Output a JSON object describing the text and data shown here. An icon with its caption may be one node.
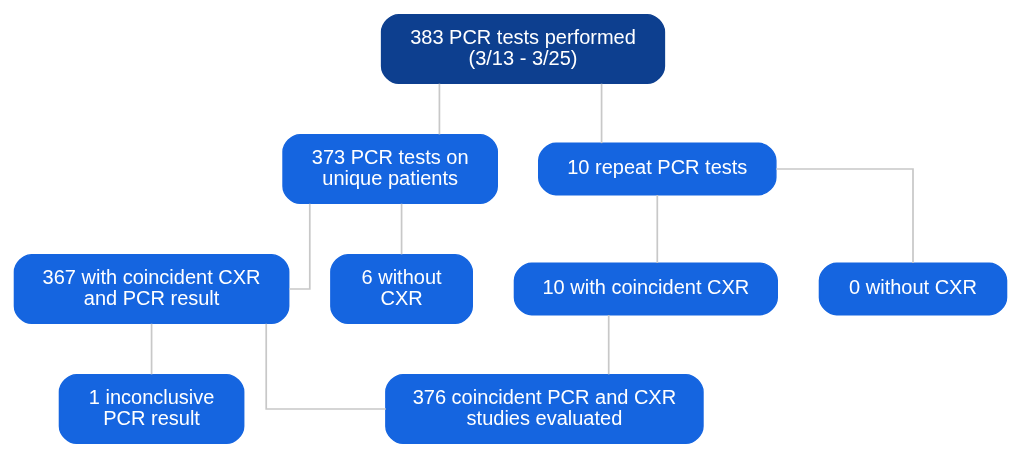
{
  "diagram": {
    "nodes": [
      {
        "text": [
          "383 PCR tests performed (3/13 - 3/25)"
        ]
      },
      {
        "text": [
          "373 PCR tests on unique patients"
        ]
      },
      {
        "text": [
          "10 repeat PCR tests"
        ]
      },
      {
        "text": [
          "367 with coincident CXR and PCR result"
        ]
      },
      {
        "text": [
          "6 without CXR"
        ]
      },
      {
        "text": [
          "10 with coincident CXR"
        ]
      },
      {
        "text": [
          "0 without CXR"
        ]
      },
      {
        "text": [
          "1 inconclusive PCR result"
        ]
      },
      {
        "text": [
          "376 coincident PCR and CXR studies evaluated"
        ]
      }
    ],
    "edges": [
      {
        "from": 0,
        "to": 1,
        "arrow": "none"
      },
      {
        "from": 0,
        "to": 2,
        "arrow": "none"
      },
      {
        "from": 1,
        "to": 3,
        "arrow": "none"
      },
      {
        "from": 1,
        "to": 4,
        "arrow": "none"
      },
      {
        "from": 2,
        "to": 5,
        "arrow": "none"
      },
      {
        "from": 2,
        "to": 6,
        "arrow": "none"
      },
      {
        "from": 3,
        "to": 7,
        "arrow": "none"
      },
      {
        "from": 3,
        "to": 8,
        "arrow": "none"
      },
      {
        "from": 5,
        "to": 8,
        "arrow": "none"
      }
    ]
  }
}
